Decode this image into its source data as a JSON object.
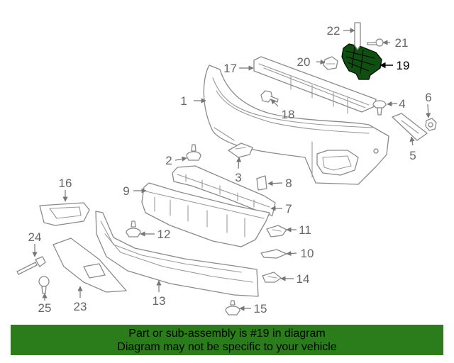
{
  "diagram": {
    "highlighted_part": "19",
    "callouts": {
      "c1": "1",
      "c2": "2",
      "c3": "3",
      "c4": "4",
      "c5": "5",
      "c6": "6",
      "c7": "7",
      "c8": "8",
      "c9": "9",
      "c10": "10",
      "c11": "11",
      "c12": "12",
      "c13": "13",
      "c14": "14",
      "c15": "15",
      "c16": "16",
      "c17": "17",
      "c18": "18",
      "c19": "19",
      "c20": "20",
      "c21": "21",
      "c22": "22",
      "c23": "23",
      "c24": "24",
      "c25": "25"
    }
  },
  "banner": {
    "line1": "Part or sub-assembly is #19 in diagram",
    "line2": "Diagram may not be specific to your vehicle",
    "background": "#2a7d1a"
  },
  "colors": {
    "highlight": "#0f4f12",
    "part_stroke": "#8a8a8a",
    "callout_text": "#666666"
  }
}
